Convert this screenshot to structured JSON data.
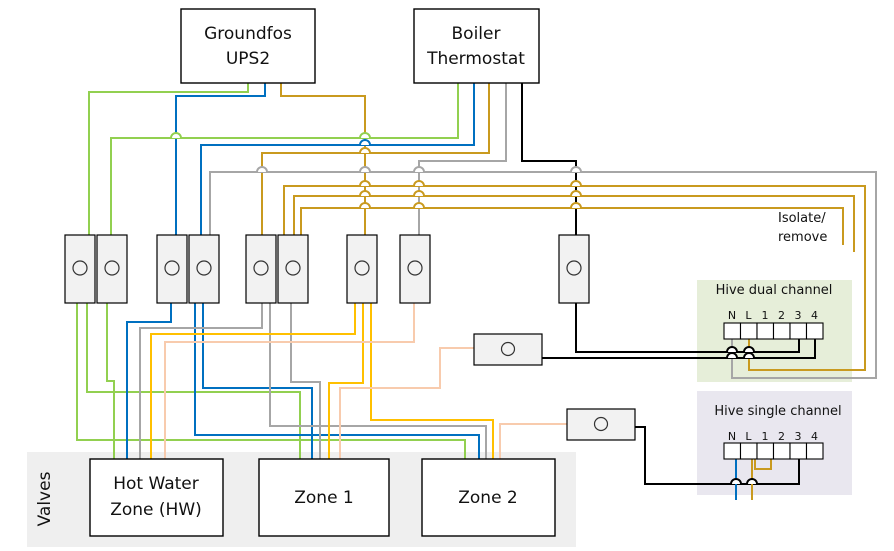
{
  "devices": {
    "pump": {
      "line1": "Groundfos",
      "line2": "UPS2"
    },
    "boiler": {
      "line1": "Boiler",
      "line2": "Thermostat"
    }
  },
  "valves": {
    "group_label": "Valves",
    "hw": {
      "line1": "Hot Water",
      "line2": "Zone (HW)"
    },
    "zone1": {
      "label": "Zone 1"
    },
    "zone2": {
      "label": "Zone 2"
    }
  },
  "note": {
    "line1": "Isolate/",
    "line2": "remove"
  },
  "hive_dual": {
    "title": "Hive dual channel",
    "terminals": [
      "N",
      "L",
      "1",
      "2",
      "3",
      "4"
    ]
  },
  "hive_single": {
    "title": "Hive single channel",
    "terminals": [
      "N",
      "L",
      "1",
      "2",
      "3",
      "4"
    ]
  },
  "junction_box_count": 9,
  "thermostat_count": 2,
  "colors": {
    "earth": "#92d050",
    "neutral": "#0070c0",
    "live": "#c99a1f",
    "switched_grey": "#a6a6a6",
    "switched_black": "#000000",
    "switched_yellow": "#ffc000",
    "switched_peach": "#f8cbad",
    "hive_dual_bg": "#e6eed9",
    "hive_single_bg": "#e9e7ef",
    "valves_bg": "#efefef"
  }
}
